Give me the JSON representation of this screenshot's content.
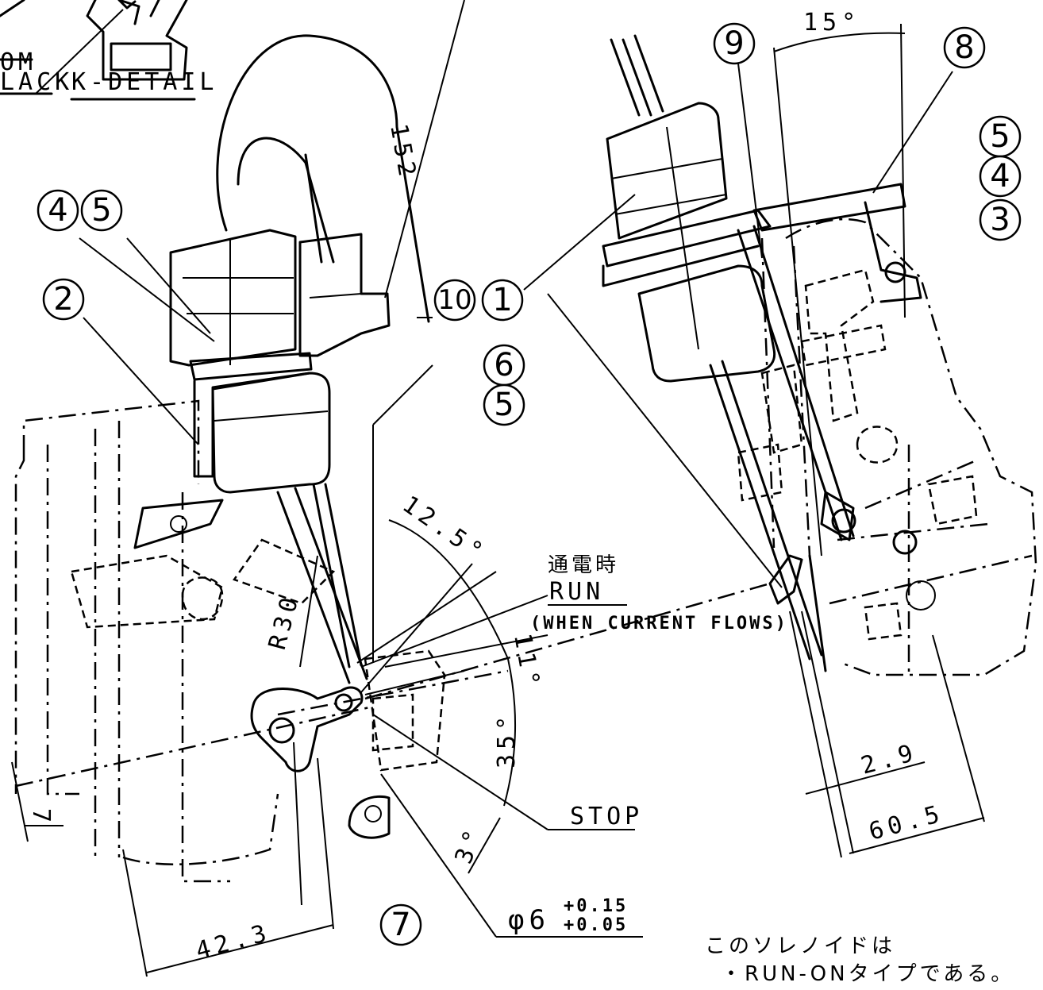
{
  "details": {
    "k_detail": "K-DETAIL",
    "om_fragment": "OM",
    "lack_fragment": "LACK"
  },
  "balloons": {
    "b1": "1",
    "b2": "2",
    "b3": "3",
    "b4a": "4",
    "b4b": "4",
    "b5a": "5",
    "b5b": "5",
    "b5c": "5",
    "b6": "6",
    "b7": "7",
    "b8": "8",
    "b9": "9",
    "b10": "10"
  },
  "dimensions": {
    "d152": "152",
    "d15deg": "15°",
    "d12_5deg": "12.5°",
    "d11deg": "11°",
    "d35deg": "35°",
    "d3deg": "3°",
    "r30": "R30",
    "d42_3": "42.3",
    "d2_9": "2.9",
    "d60_5": "60.5",
    "d7": "7",
    "phi6": "φ6",
    "tol_upper": "+0.15",
    "tol_lower": "+0.05"
  },
  "labels": {
    "run_jp": "通電時",
    "run": "RUN",
    "when_current": "(WHEN CURRENT FLOWS)",
    "stop": "STOP"
  },
  "note": {
    "line1": "このソレノイドは",
    "line2": "・RUN-ONタイプである。"
  }
}
